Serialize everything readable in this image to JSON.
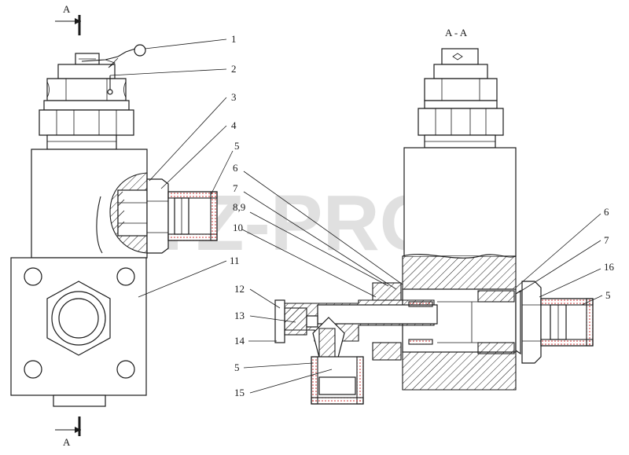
{
  "section_title": "A - A",
  "section_marks": [
    "A",
    "A"
  ],
  "watermark": "MTZ-PRO",
  "left_callouts": [
    "1",
    "2",
    "3",
    "4",
    "5",
    "11"
  ],
  "right_top_callouts": [
    "6",
    "7",
    "8,9",
    "10"
  ],
  "right_side_callouts": [
    "6",
    "7",
    "16",
    "5"
  ],
  "bottom_left_callouts": [
    "12",
    "13",
    "14",
    "5",
    "15"
  ],
  "colors": {
    "line": "#1a1a1a",
    "watermark": "#c8c8c8",
    "dots": "#cc2222"
  }
}
